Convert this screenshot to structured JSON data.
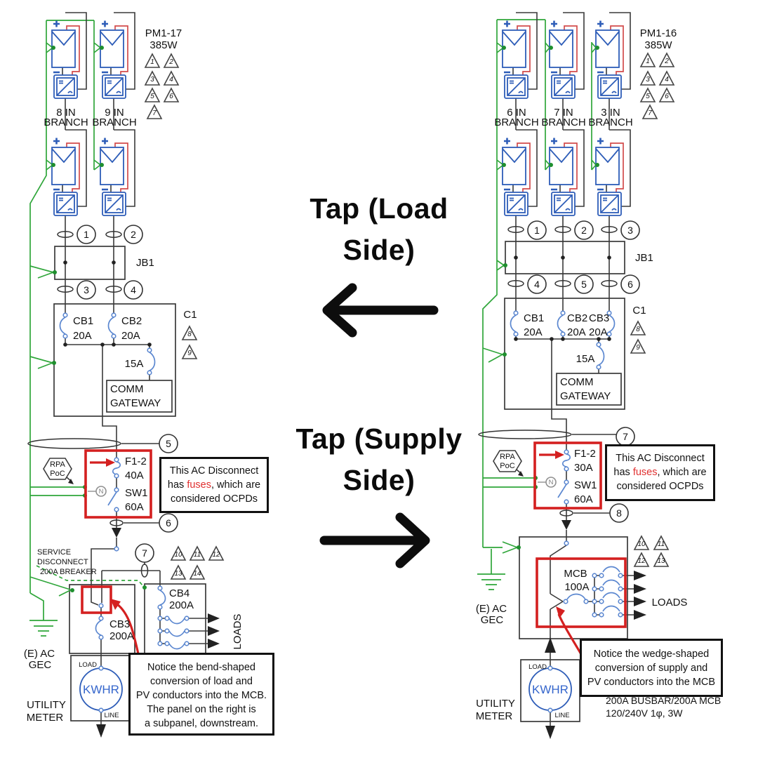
{
  "center": {
    "load_line1": "Tap (Load",
    "load_line2": "Side)",
    "supply_line1": "Tap (Supply",
    "supply_line2": "Side)"
  },
  "left": {
    "module": "PM1-17",
    "watts": "385W",
    "branches": [
      [
        "8 IN",
        "BRANCH"
      ],
      [
        "9 IN",
        "BRANCH"
      ]
    ],
    "tri": [
      "1",
      "2",
      "3",
      "4",
      "5",
      "6",
      "7"
    ],
    "jb": "JB1",
    "c1": "C1",
    "c1_tri": [
      "8",
      "9"
    ],
    "cb1_name": "CB1",
    "cb1_amps": "20A",
    "cb2_name": "CB2",
    "cb2_amps": "20A",
    "gw_breaker": "15A",
    "gateway_line1": "COMM",
    "gateway_line2": "GATEWAY",
    "tags": [
      "1",
      "2",
      "3",
      "4",
      "5",
      "6",
      "7"
    ],
    "rpa_line1": "RPA",
    "rpa_line2": "PoC",
    "neutral": "N",
    "fuse_name": "F1-2",
    "fuse_amps": "40A",
    "switch_name": "SW1",
    "switch_amps": "60A",
    "callout": {
      "line1": "This AC Disconnect",
      "line2_pre": "has ",
      "line2_red": "fuses",
      "line2_post": ", which are",
      "line3": "considered OCPDs"
    },
    "service_line1": "SERVICE",
    "service_line2": "DISCONNECT",
    "service_line3": "200A BREAKER",
    "tri_lower": [
      "10",
      "11",
      "12",
      "13",
      "14"
    ],
    "cb3_name": "CB3",
    "cb3_amps": "200A",
    "cb4_name": "CB4",
    "cb4_amps": "200A",
    "loads": "LOADS",
    "gec_line1": "(E) AC",
    "gec_line2": "GEC",
    "meter_line1": "UTILITY",
    "meter_line2": "METER",
    "meter_dial": "KWHR",
    "meter_top": "LOAD",
    "meter_bottom": "LINE",
    "note_lines": [
      "Notice the bend-shaped",
      "conversion of load and",
      "PV conductors into the MCB.",
      "The panel on the right is",
      "a subpanel, downstream."
    ]
  },
  "right": {
    "module": "PM1-16",
    "watts": "385W",
    "branches": [
      [
        "6 IN",
        "BRANCH"
      ],
      [
        "7 IN",
        "BRANCH"
      ],
      [
        "3 IN",
        "BRANCH"
      ]
    ],
    "tri": [
      "1",
      "2",
      "3",
      "4",
      "5",
      "6",
      "7"
    ],
    "jb": "JB1",
    "c1": "C1",
    "c1_tri": [
      "8",
      "9"
    ],
    "cb1_name": "CB1",
    "cb1_amps": "20A",
    "cb2_name": "CB2",
    "cb2_amps": "20A",
    "cb3_name": "CB3",
    "cb3_amps": "20A",
    "gw_breaker": "15A",
    "gateway_line1": "COMM",
    "gateway_line2": "GATEWAY",
    "tags": [
      "1",
      "2",
      "3",
      "4",
      "5",
      "6",
      "7",
      "8"
    ],
    "rpa_line1": "RPA",
    "rpa_line2": "PoC",
    "neutral": "N",
    "fuse_name": "F1-2",
    "fuse_amps": "30A",
    "switch_name": "SW1",
    "switch_amps": "60A",
    "callout": {
      "line1": "This AC Disconnect",
      "line2_pre": "has ",
      "line2_red": "fuses",
      "line2_post": ", which are",
      "line3": "considered OCPDs"
    },
    "tri_lower": [
      "10",
      "11",
      "12",
      "13"
    ],
    "mcb_line1": "MCB",
    "mcb_line2": "100A",
    "loads": "LOADS",
    "gec_line1": "(E) AC",
    "gec_line2": "GEC",
    "meter_line1": "UTILITY",
    "meter_line2": "METER",
    "meter_dial": "KWHR",
    "meter_top": "LOAD",
    "meter_bottom": "LINE",
    "note_lines": [
      "Notice the wedge-shaped",
      "conversion of supply and",
      "PV conductors into the MCB"
    ],
    "busbar_line1": "200A BUSBAR/200A MCB",
    "busbar_line2": "120/240V 1φ, 3W"
  },
  "colors": {
    "ground_green": "#2fa63a",
    "pv_blue": "#2e5db8",
    "breaker_blue": "#5b87d0",
    "highlight_red": "#d42020"
  }
}
